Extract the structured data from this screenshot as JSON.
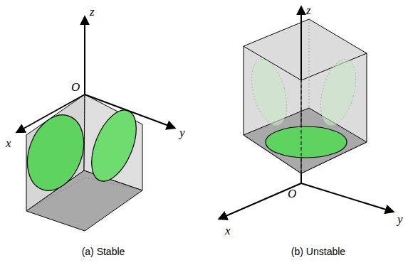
{
  "diagram": {
    "labels": [
      "z",
      "O",
      "y",
      "x",
      "(a) Stable",
      "z",
      "O",
      "x",
      "y",
      "(b) Unstable"
    ]
  }
}
